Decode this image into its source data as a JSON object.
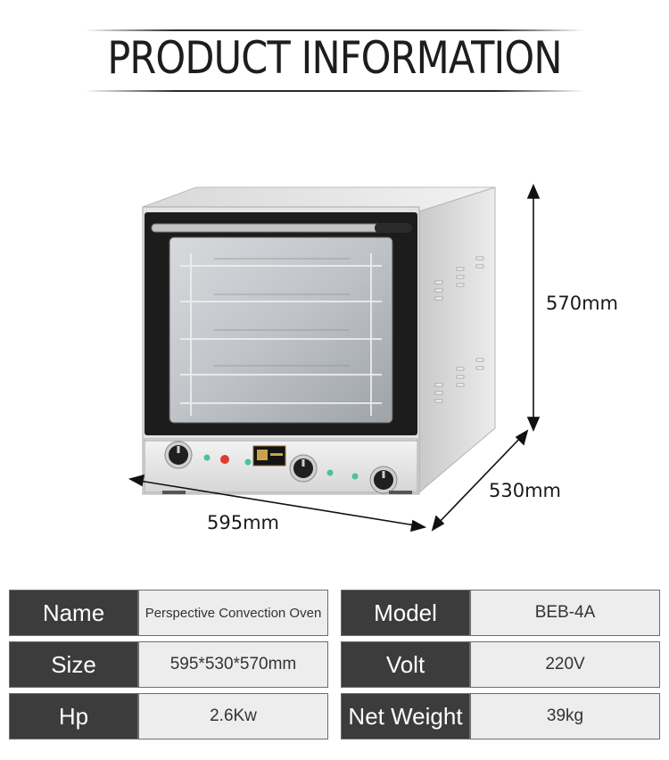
{
  "header": {
    "title": "PRODUCT INFORMATION"
  },
  "product": {
    "image_name": "convection-oven",
    "dimensions": {
      "width": "595mm",
      "depth": "530mm",
      "height": "570mm"
    }
  },
  "specs": [
    {
      "label": "Name",
      "value": "Perspective Convection Oven"
    },
    {
      "label": "Model",
      "value": "BEB-4A"
    },
    {
      "label": "Size",
      "value": "595*530*570mm"
    },
    {
      "label": "Volt",
      "value": "220V"
    },
    {
      "label": "Hp",
      "value": "2.6Kw"
    },
    {
      "label": "Net Weight",
      "value": "39kg"
    }
  ],
  "colors": {
    "label_bg": "#3c3c3c",
    "value_bg": "#ededed",
    "title": "#1d1d1d"
  }
}
